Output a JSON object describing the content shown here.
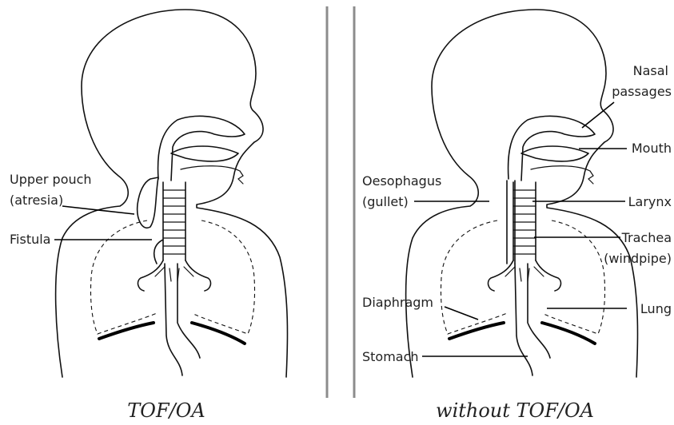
{
  "left_panel": {
    "caption": "TOF/OA",
    "labels": {
      "upper_pouch_line1": "Upper pouch",
      "upper_pouch_line2": "(atresia)",
      "fistula": "Fistula"
    }
  },
  "right_panel": {
    "caption": "without TOF/OA",
    "labels": {
      "nasal_line1": "Nasal",
      "nasal_line2": "passages",
      "mouth": "Mouth",
      "oesophagus_line1": "Oesophagus",
      "oesophagus_line2": "(gullet)",
      "larynx": "Larynx",
      "trachea_line1": "Trachea",
      "trachea_line2": "(windpipe)",
      "diaphragm": "Diaphragm",
      "lung": "Lung",
      "stomach": "Stomach"
    }
  }
}
